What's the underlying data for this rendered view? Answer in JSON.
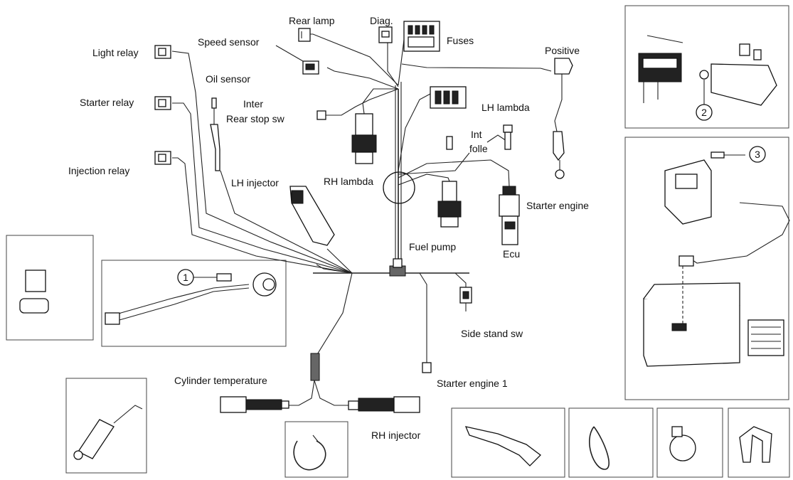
{
  "labels": {
    "rear_lamp": "Rear lamp",
    "diag": "Diag.",
    "fuses": "Fuses",
    "speed_sensor": "Speed sensor",
    "light_relay": "Light relay",
    "oil_sensor": "Oil sensor",
    "inter": "Inter",
    "rear_stop_sw": "Rear stop sw",
    "starter_relay": "Starter relay",
    "injection_relay": "Injection relay",
    "lh_injector": "LH injector",
    "rh_lambda": "RH lambda",
    "lh_lambda": "LH lambda",
    "int": "Int",
    "folle": "folle",
    "positive": "Positive",
    "starter_engine": "Starter engine",
    "fuel_pump": "Fuel pump",
    "ecu": "Ecu",
    "side_stand_sw": "Side stand sw",
    "cylinder_temperature": "Cylinder temperature",
    "starter_engine_1": "Starter engine 1",
    "rh_injector": "RH injector"
  },
  "callouts": [
    "1",
    "2",
    "3"
  ],
  "icons": [
    "relay-connector-icon",
    "fuse-box-icon",
    "lambda-sensor-icon",
    "injector-icon",
    "battery-icon",
    "relay-icon",
    "clamp-icon",
    "cable-tie-icon",
    "bracket-icon"
  ]
}
